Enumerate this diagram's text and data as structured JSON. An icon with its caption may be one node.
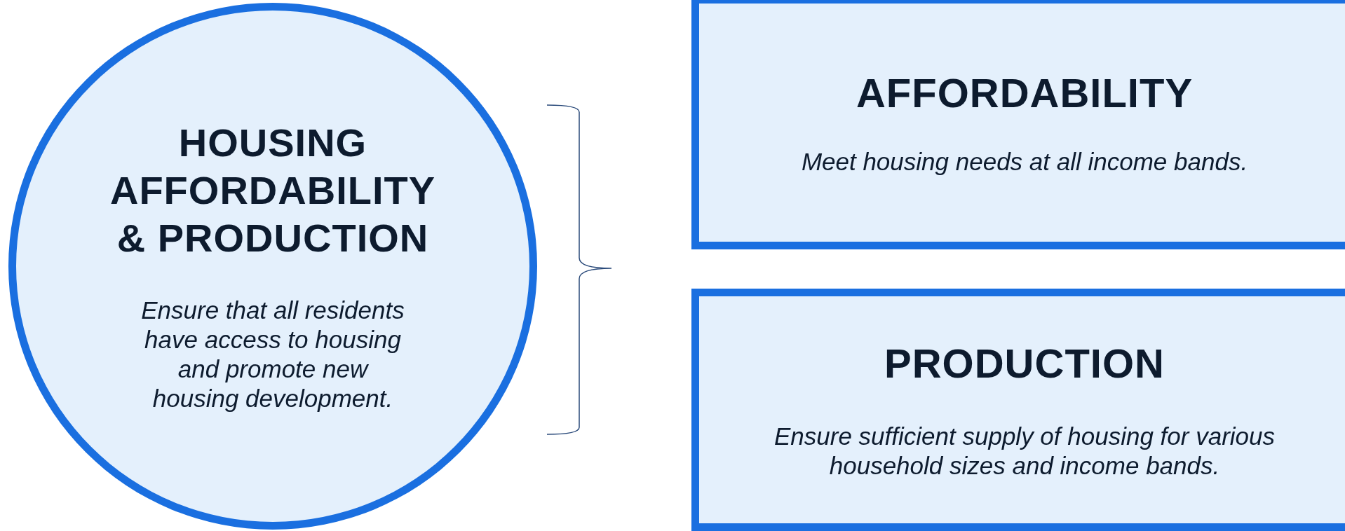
{
  "diagram": {
    "nodes": [
      {
        "text": [
          "HOUSING AFFORDABILITY & PRODUCTION",
          "Ensure that all residents have access to housing and promote new housing development."
        ]
      },
      {
        "text": [
          "AFFORDABILITY",
          "Meet housing needs at all income bands."
        ]
      },
      {
        "text": [
          "PRODUCTION",
          "Ensure sufficient supply of housing for various household sizes and income bands."
        ]
      }
    ]
  }
}
